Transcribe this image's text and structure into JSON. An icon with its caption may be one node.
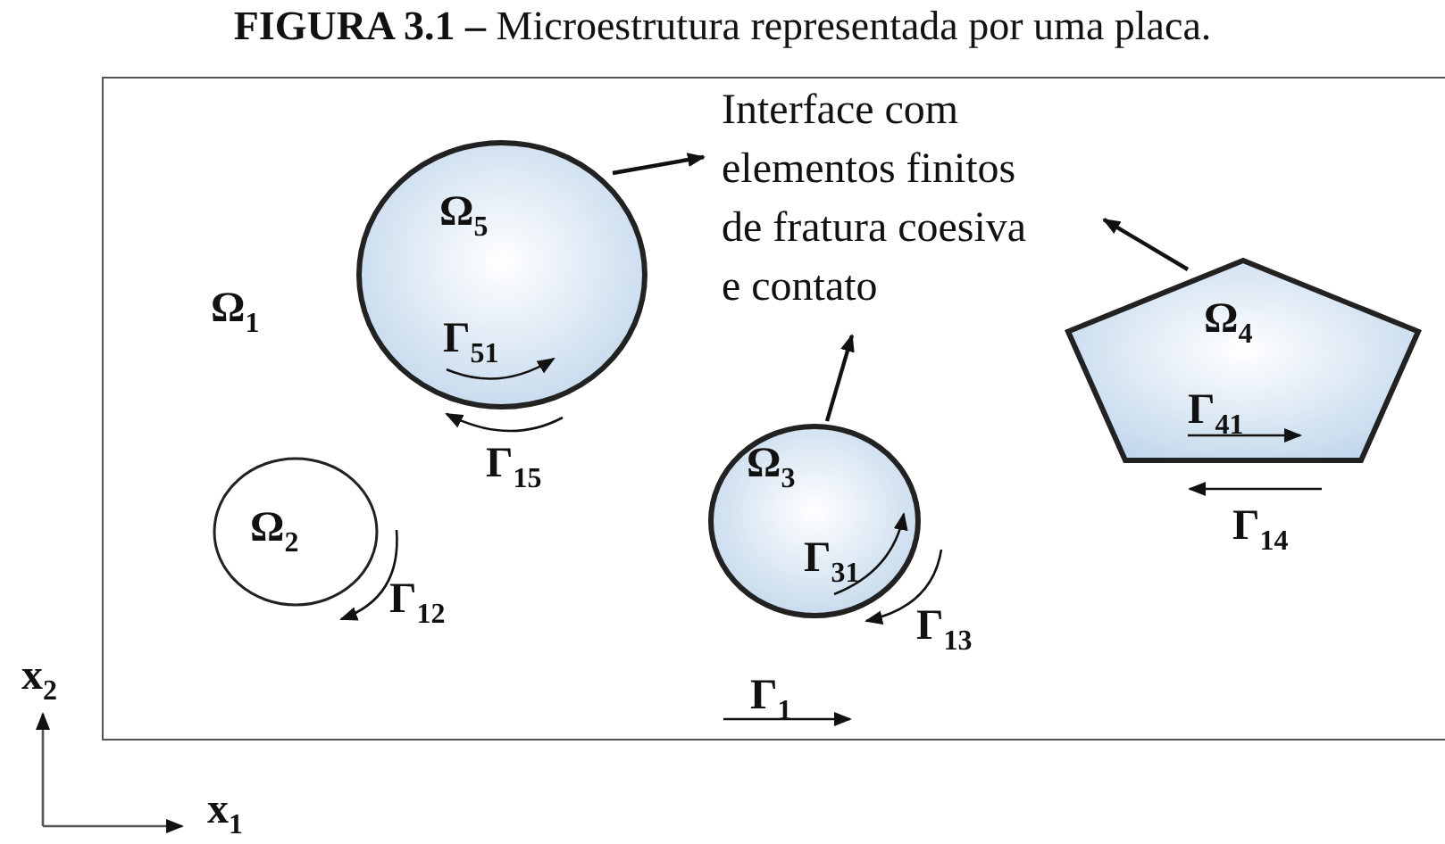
{
  "diagram": {
    "title": "**FIGURA 3.1 –** Microestrutura representada por uma placa.",
    "nodes": [
      {
        "text": [
          "Ω$_{1}$"
        ]
      },
      {
        "text": [
          "Ω$_{5}$"
        ],
        "in": 0
      },
      {
        "text": [
          "Interface com elementos finitos de fratura coesiva e contato"
        ],
        "in": 0
      },
      {
        "text": [
          "Ω$_{4}$"
        ],
        "in": 0
      },
      {
        "text": [
          "Ω$_{3}$"
        ],
        "in": 0
      },
      {
        "text": [
          "Ω$_{2}$"
        ],
        "in": 0
      }
    ],
    "edges": [
      {
        "from": 1,
        "to": 2,
        "arrow": "to"
      },
      {
        "from": 4,
        "to": 2,
        "arrow": "to"
      },
      {
        "from": 3,
        "to": 2,
        "arrow": "to"
      }
    ],
    "labels": [
      "Γ$_{51}$",
      "Γ$_{15}$",
      "Γ$_{41}$",
      "Γ$_{14}$",
      "Γ$_{31}$",
      "Γ$_{12}$",
      "Γ$_{13}$",
      "Γ$_{1}$",
      "x$_{2}$",
      "x$_{1}$"
    ]
  }
}
